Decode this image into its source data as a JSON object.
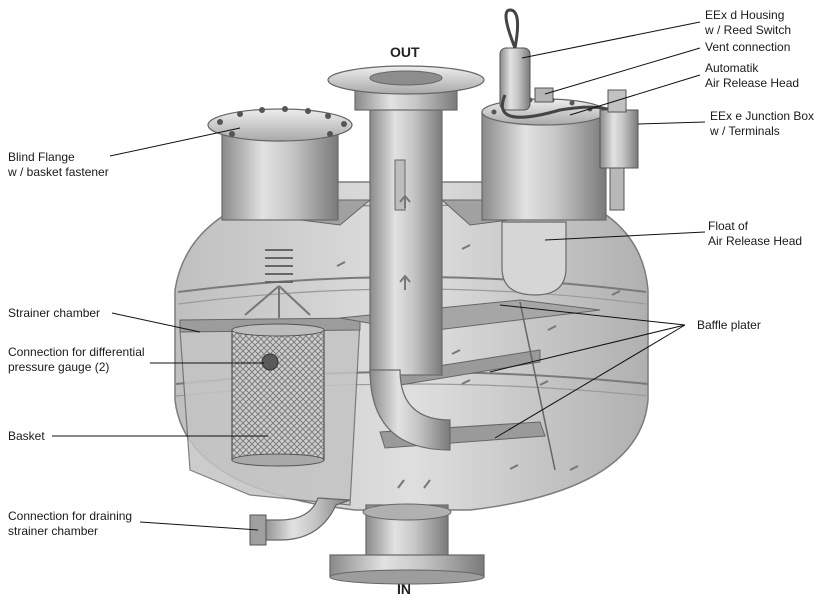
{
  "labels": {
    "out": "OUT",
    "in": "IN",
    "eex_d_housing": [
      "EEx d Housing",
      "w / Reed Switch"
    ],
    "vent_connection": [
      "Vent connection"
    ],
    "automatik": [
      "Automatik",
      "Air Release Head"
    ],
    "eex_e_junction": [
      "EEx e Junction Box",
      "w / Terminals"
    ],
    "float": [
      "Float of",
      "Air Release Head"
    ],
    "baffle": [
      "Baffle plater"
    ],
    "blind_flange": [
      "Blind Flange",
      "w / basket fastener"
    ],
    "strainer_chamber": [
      "Strainer chamber"
    ],
    "diff_pressure": [
      "Connection for differential",
      "pressure gauge (2)"
    ],
    "basket": [
      "Basket"
    ],
    "draining": [
      "Connection for draining",
      "strainer chamber"
    ]
  }
}
